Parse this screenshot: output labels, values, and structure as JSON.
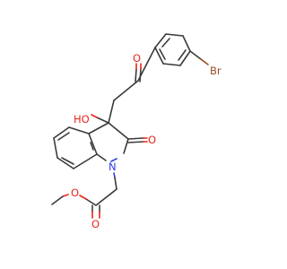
{
  "structure": {
    "atom_labels": {
      "bromine": "Br",
      "hydroxyl": "HO",
      "nitrogen": "N",
      "ketone_oxygen": "O",
      "lactam_oxygen": "O",
      "ester_carbonyl_oxygen": "O",
      "ester_oxygen": "O"
    },
    "colors": {
      "bond": "#3a3a3a",
      "oxygen": "#e8261c",
      "nitrogen": "#2f39e8",
      "bromine": "#9b4a1e"
    }
  }
}
